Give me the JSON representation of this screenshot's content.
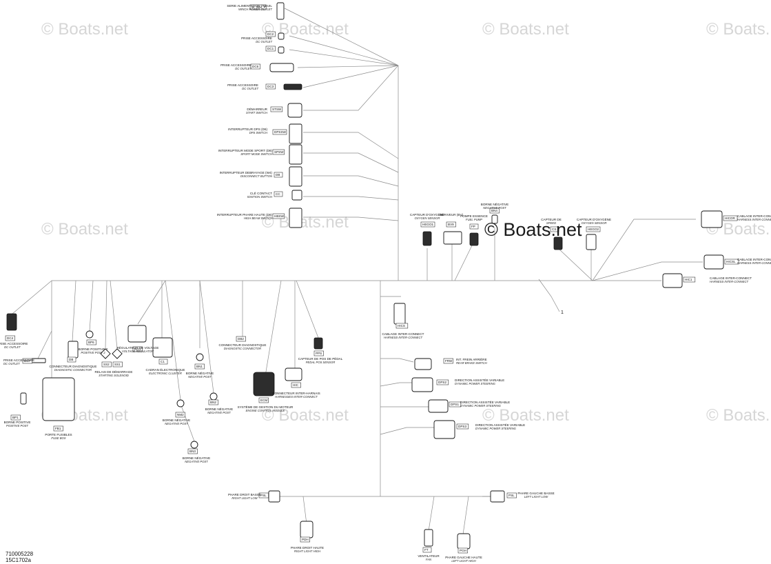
{
  "watermark": {
    "text": "© Boats.net"
  },
  "callout": {
    "number": "1"
  },
  "footer": {
    "line1": "710005228",
    "line2": "15C1702a"
  },
  "components": [
    {
      "code": "W_WM_F",
      "fr": "SERIE ALIMENTATION TREUIL",
      "en": "WINCH POWER OUTLET"
    },
    {
      "code": "DC2",
      "fr": "PRISE ACCESSOIRE",
      "en": "DC OUTLET"
    },
    {
      "code": "DC1",
      "fr": "",
      "en": ""
    },
    {
      "code": "DC6",
      "fr": "PRISE ACCESSOIRE",
      "en": "DC OUTLET"
    },
    {
      "code": "DC3",
      "fr": "PRISE ACCESSOIRE",
      "en": "DC OUTLET"
    },
    {
      "code": "STSW",
      "fr": "DÉMARREUR",
      "en": "START SWITCH"
    },
    {
      "code": "DPSSW",
      "fr": "INTERRUPTEUR DPS (D6)",
      "en": "DPS SWITCH"
    },
    {
      "code": "SPSW",
      "fr": "INTERRUPTEUR MODE SPORT (D8)",
      "en": "SPORT MODE SWITCH"
    },
    {
      "code": "DB",
      "fr": "INTERRUPTEUR DEBRAYAGE (W4)",
      "en": "DISCONNECT BUTTON"
    },
    {
      "code": "CC",
      "fr": "CLÉ CONTACT",
      "en": "IGNITION SWITCH"
    },
    {
      "code": "HBSW",
      "fr": "INTERRUPTEUR PHARE HAUTE (D6)",
      "en": "HIGH BEAM SWITCH"
    },
    {
      "code": "HEGO1",
      "fr": "CAPTEUR D'OXYGÈNE",
      "en": "OXYGEN SENSOR"
    },
    {
      "code": "BV9",
      "fr": "DÉRIVEUR (BV)",
      "en": ""
    },
    {
      "code": "FP",
      "fr": "POMPE ESSENCE",
      "en": "FUEL PUMP"
    },
    {
      "code": "BN4",
      "fr": "BORNE NÉGATIVE",
      "en": "NEGATIVE POST"
    },
    {
      "code": "CS",
      "fr": "CAPTEUR DE",
      "en": "SPEED"
    },
    {
      "code": "HEGO2",
      "fr": "CAPTEUR D'OXYGÈNE",
      "en": "OXYGEN SENSOR"
    },
    {
      "code": "HICOR",
      "fr": "CABLAGE INTER-CONNECT",
      "en": "HARNESS INTER-CONNECT"
    },
    {
      "code": "HICSL",
      "fr": "CABLAGE INTER-CONNECT",
      "en": "HARNESS INTER-CONNECT"
    },
    {
      "code": "HIC1",
      "fr": "CABLAGE INTER-CONNECT",
      "en": "HARNESS INTER-CONNECT"
    },
    {
      "code": "HICS",
      "fr": "CABLAGE INTER-CONNECT",
      "en": "HARNESS INTER-CONNECT"
    },
    {
      "code": "DC4",
      "fr": "PRISE ACCESSOIRE",
      "en": "DC OUTLET"
    },
    {
      "code": "DC7",
      "fr": "PRISE ACCESSOIRE",
      "en": "DC OUTLET"
    },
    {
      "code": "BP1",
      "fr": "BORNE POSITIVE",
      "en": "POSITIVE POST"
    },
    {
      "code": "FB1",
      "fr": "PORTE FUSIBLES",
      "en": "FUSE BOX"
    },
    {
      "code": "DB",
      "fr": "CONNECTEUR DIAGNOSTIQUE",
      "en": "DIAGNOSTIC CONNECTOR"
    },
    {
      "code": "BP6",
      "fr": "BORNE POSITIVE 2",
      "en": "POSITIVE POST 2"
    },
    {
      "code": "SS2",
      "fr": "RELAIS DE DÉMARRAGE",
      "en": "STARTING SOLENOID"
    },
    {
      "code": "SS1",
      "fr": "",
      "en": ""
    },
    {
      "code": "RG1",
      "fr": "RÉGULATEUR DE VOLTAGE",
      "en": "VOLTAGE REGULATOR"
    },
    {
      "code": "C1",
      "fr": "CADRAN ÉLECTRONIQUE",
      "en": "ELECTRONIC CLUSTER"
    },
    {
      "code": "NM2",
      "fr": "BORNE NÉGATIVE",
      "en": "NEGATIVE POST"
    },
    {
      "code": "BN3",
      "fr": "BORNE NÉGATIVE",
      "en": "NEGATIVE POST"
    },
    {
      "code": "BN1",
      "fr": "BORNE NÉGATIVE",
      "en": "NEGATIVE POST"
    },
    {
      "code": "BN2",
      "fr": "BORNE NÉGATIVE",
      "en": "NEGATIVE POST"
    },
    {
      "code": "DB2",
      "fr": "CONNECTEUR DIAGNOSTIQUE",
      "en": "DIAGNOSTIC CONNECTOR"
    },
    {
      "code": "ECM",
      "fr": "SYSTÈME DE GESTION DU MOTEUR",
      "en": "ENGINE CONTROL MODULE"
    },
    {
      "code": "HIC",
      "fr": "CONNECTEUR INTER-HARNAIS",
      "en": "HARNESSES INTER-CONNECT"
    },
    {
      "code": "PPS",
      "fr": "CAPTEUR DE POS DE PÉDAL",
      "en": "PEDAL POS SENSOR"
    },
    {
      "code": "FRW",
      "fr": "INT. FREIN ARRIÈRE",
      "en": "REAR BRAKE SWITCH"
    },
    {
      "code": "DPS2",
      "fr": "DIRECTION ASSISTÉE VARIABLE",
      "en": "DYNAMIC POWER STEERING"
    },
    {
      "code": "DPS1",
      "fr": "DIRECTION ASSISTÉE VARIABLE",
      "en": "DYNAMIC POWER STEERING"
    },
    {
      "code": "DPS3",
      "fr": "DIRECTION ASSISTÉE VARIABLE",
      "en": "DYNAMIC POWER STEERING"
    },
    {
      "code": "PSL",
      "fr": "PHARE DROIT BASSE",
      "en": "RIGHT LIGHT LOW"
    },
    {
      "code": "PDH",
      "fr": "PHARE DROIT HAUTE",
      "en": "RIGHT LIGHT HIGH"
    },
    {
      "code": "FT",
      "fr": "VENTILATEUR",
      "en": "FAN"
    },
    {
      "code": "PGH",
      "fr": "PHARE GAUCHE HAUTE",
      "en": "LEFT LIGHT HIGH"
    },
    {
      "code": "PSL",
      "fr": "PHARE GAUCHE BASSE",
      "en": "LEFT LIGHT LOW"
    }
  ]
}
